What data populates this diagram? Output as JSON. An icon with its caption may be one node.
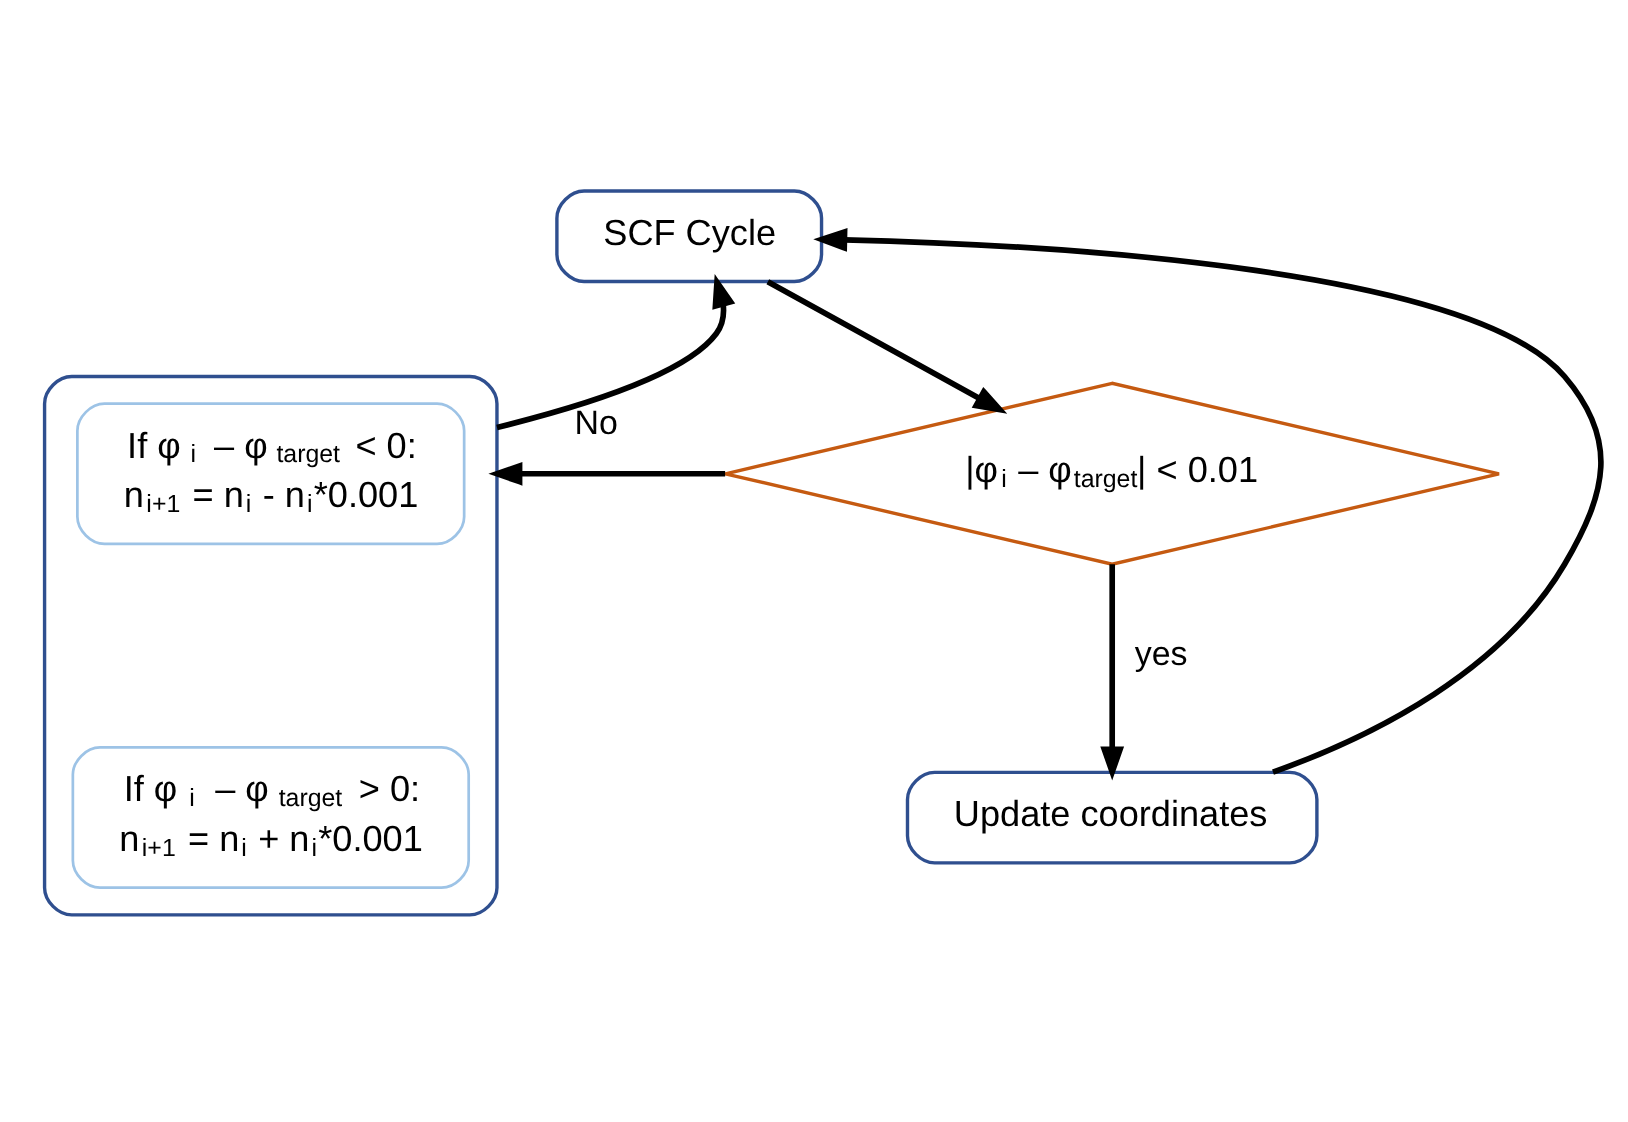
{
  "diagram": {
    "nodes": [
      {
        "text": [
          "SCF Cycle"
        ]
      },
      {
        "text": [
          "|φ$_{i}$ – φ$_{target}$| < 0.01"
        ]
      },
      {
        "text": [],
        "shape": "box"
      },
      {
        "text": [
          "If φ$_{i}$ – φ$_{target}$ < 0:",
          "n$_{i+1}$ = n$_{i}$ - n$_{i}$*0.001"
        ],
        "in": 2
      },
      {
        "text": [
          "If φ$_{i}$ – φ$_{target}$ > 0:",
          "n$_{i+1}$ = n$_{i}$ + n$_{i}$*0.001"
        ],
        "in": 2
      },
      {
        "text": [
          "Update coordinates"
        ]
      }
    ],
    "edges": [
      {
        "from": 0,
        "to": 1,
        "arrow": "to"
      },
      {
        "from": 1,
        "to": 2,
        "arrow": "to",
        "label": "No"
      },
      {
        "from": 1,
        "to": 5,
        "arrow": "to",
        "label": "yes"
      },
      {
        "from": 5,
        "to": 0,
        "arrow": "to"
      },
      {
        "from": 2,
        "to": 0,
        "arrow": "to"
      }
    ]
  }
}
